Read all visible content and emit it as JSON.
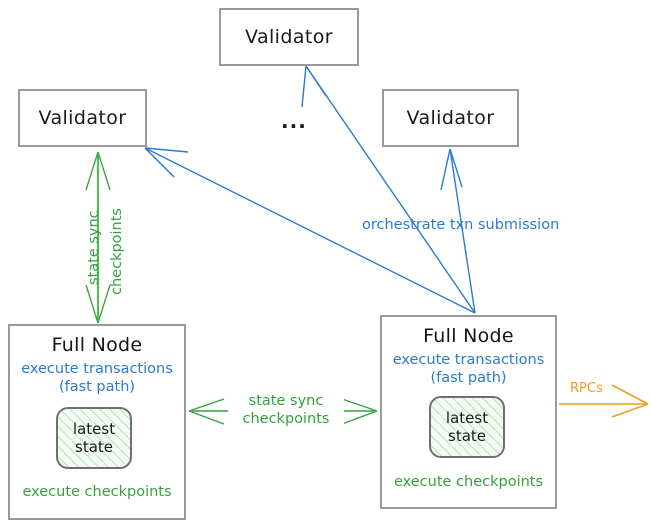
{
  "diagram": {
    "title": "Validator and Full Node network topology",
    "colors": {
      "blue": "#2a7ad4",
      "green": "#34a13a",
      "orange": "#f09a1f",
      "box_border": "#9a9a9a",
      "state_border": "#6f6f6f",
      "text": "#1a1a1a",
      "background": "#ffffff"
    }
  },
  "validators": [
    {
      "id": "validator-top",
      "label": "Validator"
    },
    {
      "id": "validator-left",
      "label": "Validator"
    },
    {
      "id": "validator-right",
      "label": "Validator"
    }
  ],
  "ellipsis": "...",
  "full_nodes": [
    {
      "id": "full-node-left",
      "title": "Full Node",
      "fast_path_line1": "execute transactions",
      "fast_path_line2": "(fast path)",
      "state_line1": "latest",
      "state_line2": "state",
      "bottom_label": "execute checkpoints"
    },
    {
      "id": "full-node-right",
      "title": "Full Node",
      "fast_path_line1": "execute transactions",
      "fast_path_line2": "(fast path)",
      "state_line1": "latest",
      "state_line2": "state",
      "bottom_label": "execute checkpoints"
    }
  ],
  "edges": {
    "orchestrate": "orchestrate txn submission",
    "state_sync_vertical_line1": "state sync",
    "state_sync_vertical_line2": "checkpoints",
    "state_sync_center_line1": "state sync",
    "state_sync_center_line2": "checkpoints",
    "rpcs": "RPCs"
  }
}
